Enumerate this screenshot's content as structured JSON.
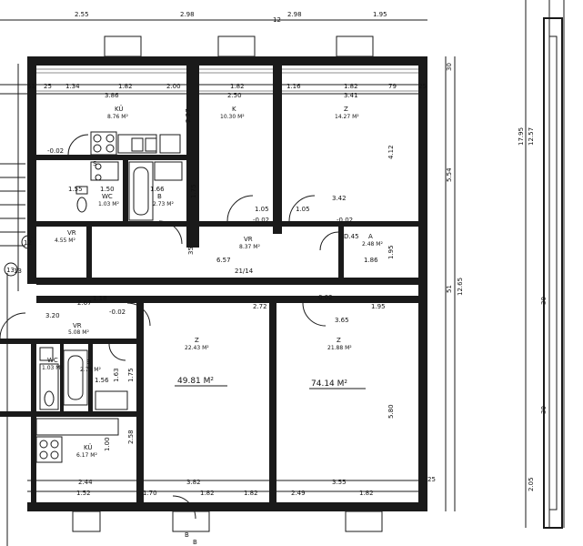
{
  "rooms": [
    {
      "id": "kue_top",
      "name": "KÜ",
      "area": "8.76 M²"
    },
    {
      "id": "k_top",
      "name": "K",
      "area": "10.30 M²"
    },
    {
      "id": "z_top",
      "name": "Z",
      "area": "14.27 M²"
    },
    {
      "id": "b_top",
      "name": "B",
      "area": "2.73 M²"
    },
    {
      "id": "wc_top",
      "name": "WC",
      "area": "1.03 M²"
    },
    {
      "id": "vr_left_top",
      "name": "VR",
      "area": "4.55 M²"
    },
    {
      "id": "vr_center",
      "name": "VR",
      "area": "8.37 M²"
    },
    {
      "id": "a_right",
      "name": "A",
      "area": "2.48 M²"
    },
    {
      "id": "vr_left_bottom",
      "name": "VR",
      "area": "5.08 M²"
    },
    {
      "id": "wc_bottom",
      "name": "WC",
      "area": "1.03 M²"
    },
    {
      "id": "b_bottom",
      "name": "B",
      "area": "2.73 M²"
    },
    {
      "id": "z_center",
      "name": "Z",
      "area": "22.43 M²"
    },
    {
      "id": "z_right",
      "name": "Z",
      "area": "21.88 M²"
    },
    {
      "id": "kue_bottom",
      "name": "KÜ",
      "area": "6.17 M²"
    }
  ],
  "totals": [
    {
      "id": "total_left",
      "value": "49.81 M²"
    },
    {
      "id": "total_right",
      "value": "74.14 M²"
    }
  ],
  "dims_top": [
    "2.55",
    "2.98",
    "2.98",
    "1.95"
  ],
  "dims_row1": [
    "51",
    "25",
    "1.34",
    "1.82",
    "2.00",
    "1.82",
    "1.16",
    "1.82",
    "79",
    "25"
  ],
  "dims_row2": [
    "3.86",
    "2.50",
    "3.41"
  ],
  "dims_interior": [
    "2.27",
    "4.12",
    "1.50",
    "1.55",
    "1.66",
    "1.75",
    "1.05",
    "1.05",
    "3.42",
    "35",
    "6.57",
    "1.86",
    "1.95",
    "21/14",
    "2.67",
    "1.18",
    "2.72",
    "1.95",
    "3.65",
    "3.20",
    "1.63",
    "1.56",
    "1.75",
    "2.58",
    "1.00",
    "2.44",
    "3.82",
    "3.55",
    "1.52",
    "1.70",
    "1.82",
    "2.49",
    "1.82",
    "1.82",
    "5.80",
    "30",
    "51",
    "5.54",
    "12.65",
    "17.95",
    "12.57",
    "30",
    "30",
    "2.05",
    "-0.02",
    "-0.02",
    "-0.02",
    "0.02",
    "-0.02",
    "D.45",
    "12",
    "13",
    "B",
    "25"
  ],
  "circles": [
    "12",
    "13"
  ],
  "labels": {
    "b_bottom_mark": "B",
    "s_mark": "S"
  }
}
